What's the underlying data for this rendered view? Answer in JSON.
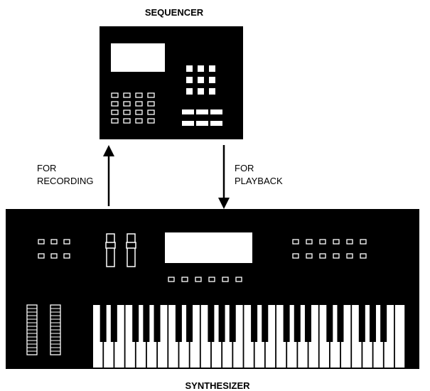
{
  "sequencer": {
    "title": "SEQUENCER"
  },
  "synthesizer": {
    "title": "SYNTHESIZER"
  },
  "arrows": {
    "recording": {
      "line1": "FOR",
      "line2": "RECORDING"
    },
    "playback": {
      "line1": "FOR",
      "line2": "PLAYBACK"
    }
  },
  "colors": {
    "device_body": "#000000",
    "control": "#ffffff",
    "background": "#ffffff"
  },
  "keyboard": {
    "white_key_count": 29,
    "black_key_pattern": "C-D-_-F-G-A-_"
  }
}
